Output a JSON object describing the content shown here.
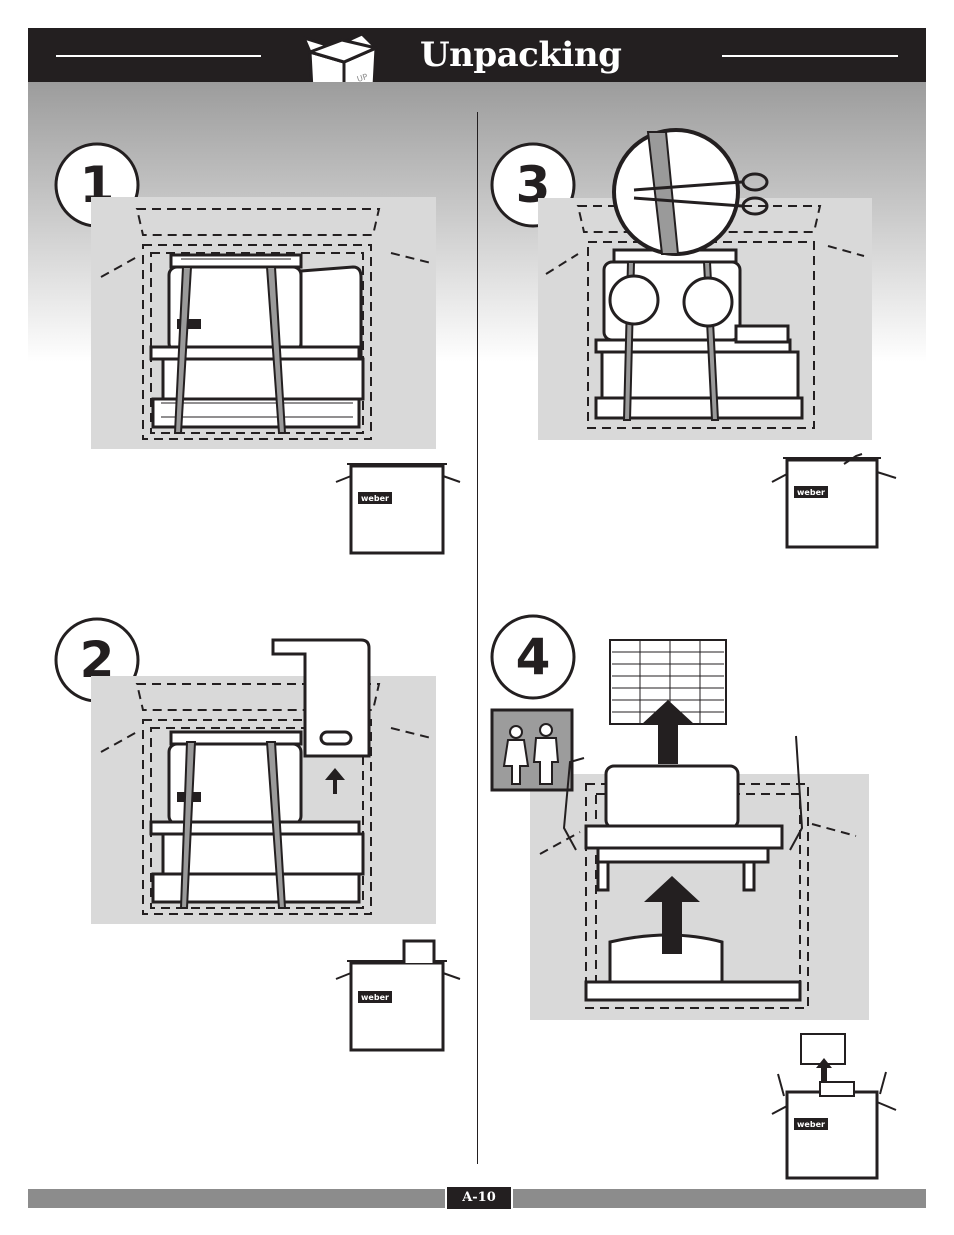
{
  "header": {
    "title": "Unpacking",
    "icon_label": "UP"
  },
  "steps": [
    {
      "number": "1"
    },
    {
      "number": "2"
    },
    {
      "number": "3"
    },
    {
      "number": "4"
    }
  ],
  "box_brand": "weber",
  "footer": {
    "page_number": "A-10"
  },
  "colors": {
    "header_bg": "#231f20",
    "band_gray": "#9c9c9c",
    "panel_gray": "#d9d9d9",
    "footer_bg": "#8c8c8c",
    "ink": "#231f20"
  }
}
